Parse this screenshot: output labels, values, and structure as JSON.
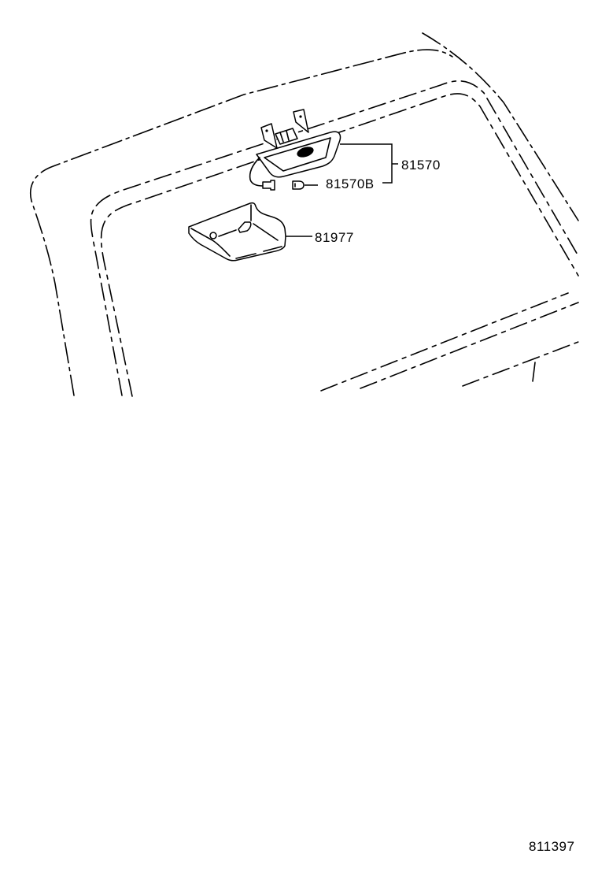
{
  "diagram": {
    "subject": "Rear window with high-mount stop lamp",
    "parts": [
      {
        "id": "part-81570",
        "number": "81570",
        "description": "high-mount stop lamp assembly"
      },
      {
        "id": "part-81570b",
        "number": "81570B",
        "description": "bulb"
      },
      {
        "id": "part-81977",
        "number": "81977",
        "description": "lamp cover"
      }
    ],
    "figure_number": "811397",
    "colors": {
      "line": "#000000",
      "background": "#ffffff"
    }
  }
}
